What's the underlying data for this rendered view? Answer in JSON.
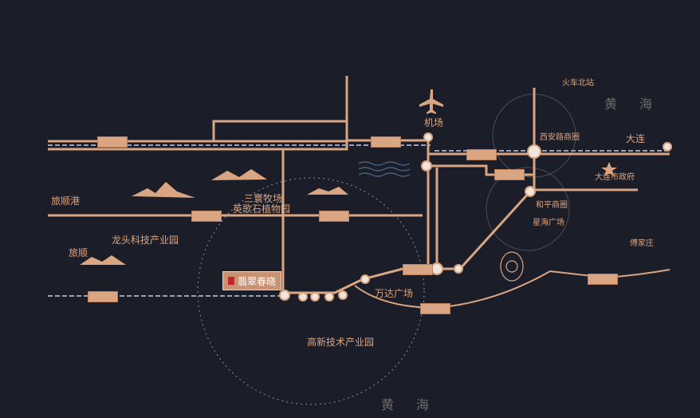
{
  "project": {
    "name": "翡翠春晓"
  },
  "places": {
    "lvshun_port": "旅顺港",
    "longtou_park": "龙头科技产业园",
    "lvshun": "旅顺",
    "sanhuan_farm": "三寰牧场",
    "yingge_garden": "英歌石植物园",
    "hightech_park": "高新技术产业园",
    "wanda": "万达广场",
    "airport": "机场",
    "north_station": "火车北站",
    "dalian": "大连",
    "gov": "大连市政府",
    "xianlu": "西安路商圈",
    "heping": "和平商圈",
    "xinghai": "星海广场",
    "fujiazhuang": "傅家庄"
  },
  "seas": {
    "top": "黄海",
    "bottom": "黄海"
  },
  "colors": {
    "background": "#1b1d29",
    "road": "#d9a582",
    "rail": "#9aa3b5"
  }
}
